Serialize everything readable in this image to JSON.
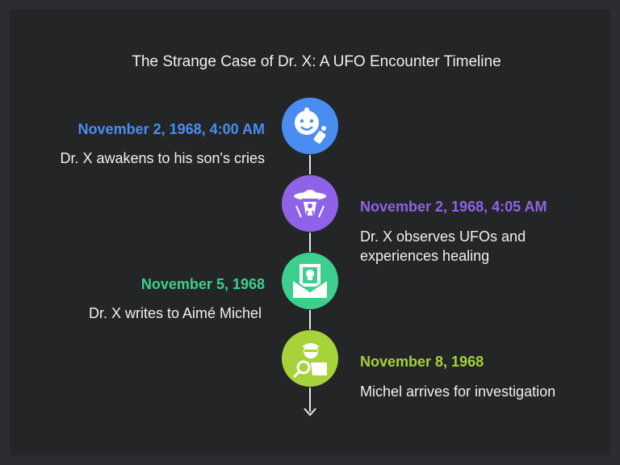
{
  "title": "The Strange Case of Dr. X: A UFO Encounter Timeline",
  "colors": {
    "event1": "#4a8df0",
    "event2": "#8f63e8",
    "event3": "#3dcf8e",
    "event4": "#a6d23a",
    "line": "#e8e8e8",
    "text": "#f0f0f0"
  },
  "events": [
    {
      "date": "November 2, 1968, 4:00 AM",
      "description": "Dr. X awakens to his son's cries",
      "icon": "baby-icon"
    },
    {
      "date": "November 2, 1968, 4:05 AM",
      "description_lines": [
        "Dr. X observes UFOs and",
        "experiences healing"
      ],
      "icon": "ufo-icon"
    },
    {
      "date": "November 5, 1968",
      "description": "Dr. X writes to Aimé Michel",
      "icon": "letter-icon"
    },
    {
      "date": "November 8, 1968",
      "description": "Michel arrives for investigation",
      "icon": "investigator-icon"
    }
  ]
}
